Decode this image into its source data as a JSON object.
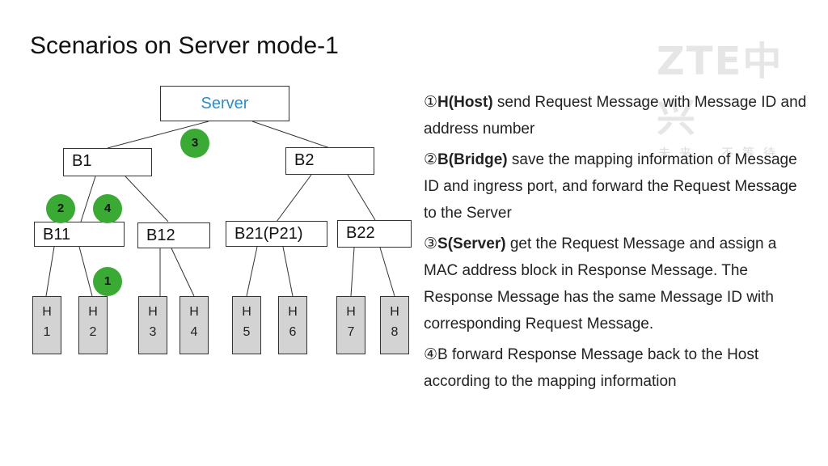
{
  "title": "Scenarios on Server mode-1",
  "logo": {
    "mark": "ZTE中兴",
    "slogan": "未来，不等待"
  },
  "diagram": {
    "server": "Server",
    "bridges": [
      "B1",
      "B2"
    ],
    "sub_bridges": [
      "B11",
      "B12",
      "B21(P21)",
      "B22"
    ],
    "hosts": [
      {
        "l1": "H",
        "l2": "1"
      },
      {
        "l1": "H",
        "l2": "2"
      },
      {
        "l1": "H",
        "l2": "3"
      },
      {
        "l1": "H",
        "l2": "4"
      },
      {
        "l1": "H",
        "l2": "5"
      },
      {
        "l1": "H",
        "l2": "6"
      },
      {
        "l1": "H",
        "l2": "7"
      },
      {
        "l1": "H",
        "l2": "8"
      }
    ],
    "badges": [
      "1",
      "2",
      "3",
      "4"
    ],
    "colors": {
      "server_text": "#2e8ec9",
      "badge": "#3aaa35",
      "host_fill": "#d3d3d3"
    }
  },
  "steps": [
    {
      "num": "①",
      "bold": "H(Host)",
      "text": " send Request Message with Message ID and address number"
    },
    {
      "num": "②",
      "bold": "B(Bridge)",
      "text": " save the mapping information of Message ID and ingress port, and forward the Request Message to the Server"
    },
    {
      "num": "③",
      "bold": "S(Server)",
      "text": " get the Request Message and assign a MAC address block in Response Message. The Response Message has the same Message ID with corresponding Request Message."
    },
    {
      "num": "④",
      "bold": "",
      "text": "B forward Response Message back to the Host according to the mapping information"
    }
  ]
}
